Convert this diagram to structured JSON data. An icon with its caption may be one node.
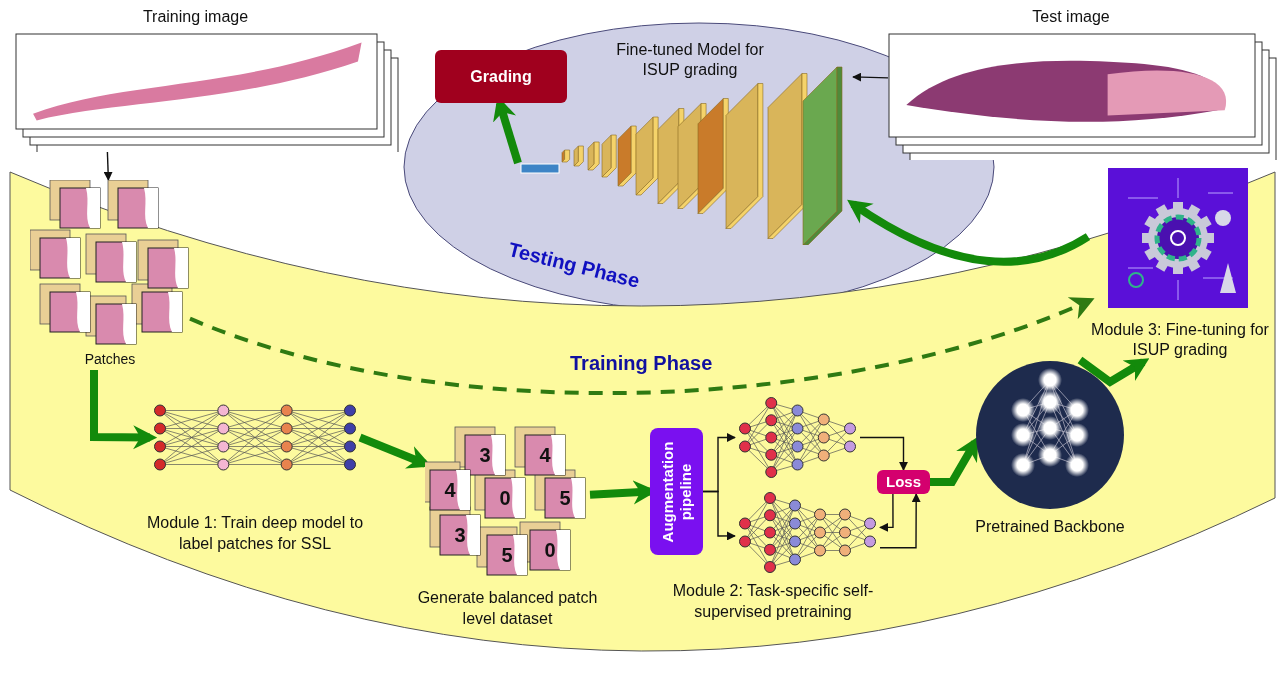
{
  "diagram": {
    "nodes": [
      {
        "text": [
          "Training image"
        ]
      },
      {
        "text": [
          "Testing Phase"
        ]
      },
      {
        "text": [
          "Grading"
        ],
        "in": 1
      },
      {
        "text": [
          "Fine-tuned Model for ISUP grading"
        ],
        "in": 1
      },
      {
        "text": [
          "Test image"
        ]
      },
      {
        "text": [
          "Training Phase"
        ]
      },
      {
        "text": [
          "Patches"
        ],
        "in": 5
      },
      {
        "text": [
          "Module 3: Fine-tuning for ISUP grading"
        ],
        "in": 5
      },
      {
        "text": [
          "Module 1: Train deep model to label patches for SSL"
        ],
        "in": 5
      },
      {
        "text": [
          "Generate balanced patch level dataset"
        ],
        "in": 5
      },
      {
        "text": [
          "Augmentation pipeline"
        ],
        "in": 5
      },
      {
        "text": [],
        "shape": "picture",
        "in": 5
      },
      {
        "text": [],
        "shape": "picture",
        "in": 5,
        "beside": [
          "Module 2: Task-specific self-supervised pretraining"
        ]
      },
      {
        "text": [
          "Loss"
        ],
        "in": 5
      },
      {
        "text": [
          "Pretrained Backbone"
        ],
        "in": 5
      }
    ],
    "edges": [
      {
        "from": 0,
        "to": 6,
        "arrow": "to"
      },
      {
        "from": 4,
        "to": 3,
        "arrow": "to"
      },
      {
        "from": 3,
        "to": 2,
        "arrow": "to",
        "style": "thick",
        "color": "#138a0b"
      },
      {
        "from": 7,
        "to": 3,
        "arrow": "to",
        "style": "thick",
        "color": "#138a0b"
      },
      {
        "from": 6,
        "to": 7,
        "arrow": "to",
        "style": "dashed",
        "color": "#2f7a12"
      },
      {
        "from": 6,
        "to": 8,
        "arrow": "to",
        "style": "thick",
        "color": "#138a0b"
      },
      {
        "from": 8,
        "to": 9,
        "arrow": "to",
        "style": "thick",
        "color": "#138a0b"
      },
      {
        "from": 9,
        "to": 10,
        "arrow": "to",
        "style": "thick",
        "color": "#138a0b"
      },
      {
        "from": 10,
        "to": 11,
        "arrow": "to"
      },
      {
        "from": 10,
        "to": 12,
        "arrow": "to"
      },
      {
        "from": 11,
        "to": 13,
        "arrow": "to"
      },
      {
        "from": 12,
        "to": 13,
        "arrow": "to"
      },
      {
        "from": 13,
        "to": 12,
        "arrow": "to"
      },
      {
        "from": 13,
        "to": 14,
        "arrow": "to",
        "style": "thick",
        "color": "#138a0b"
      },
      {
        "from": 14,
        "to": 7,
        "arrow": "to",
        "style": "thick",
        "color": "#138a0b"
      }
    ],
    "labels": [
      "3",
      "4",
      "4",
      "0",
      "5",
      "3",
      "5",
      "0"
    ]
  }
}
